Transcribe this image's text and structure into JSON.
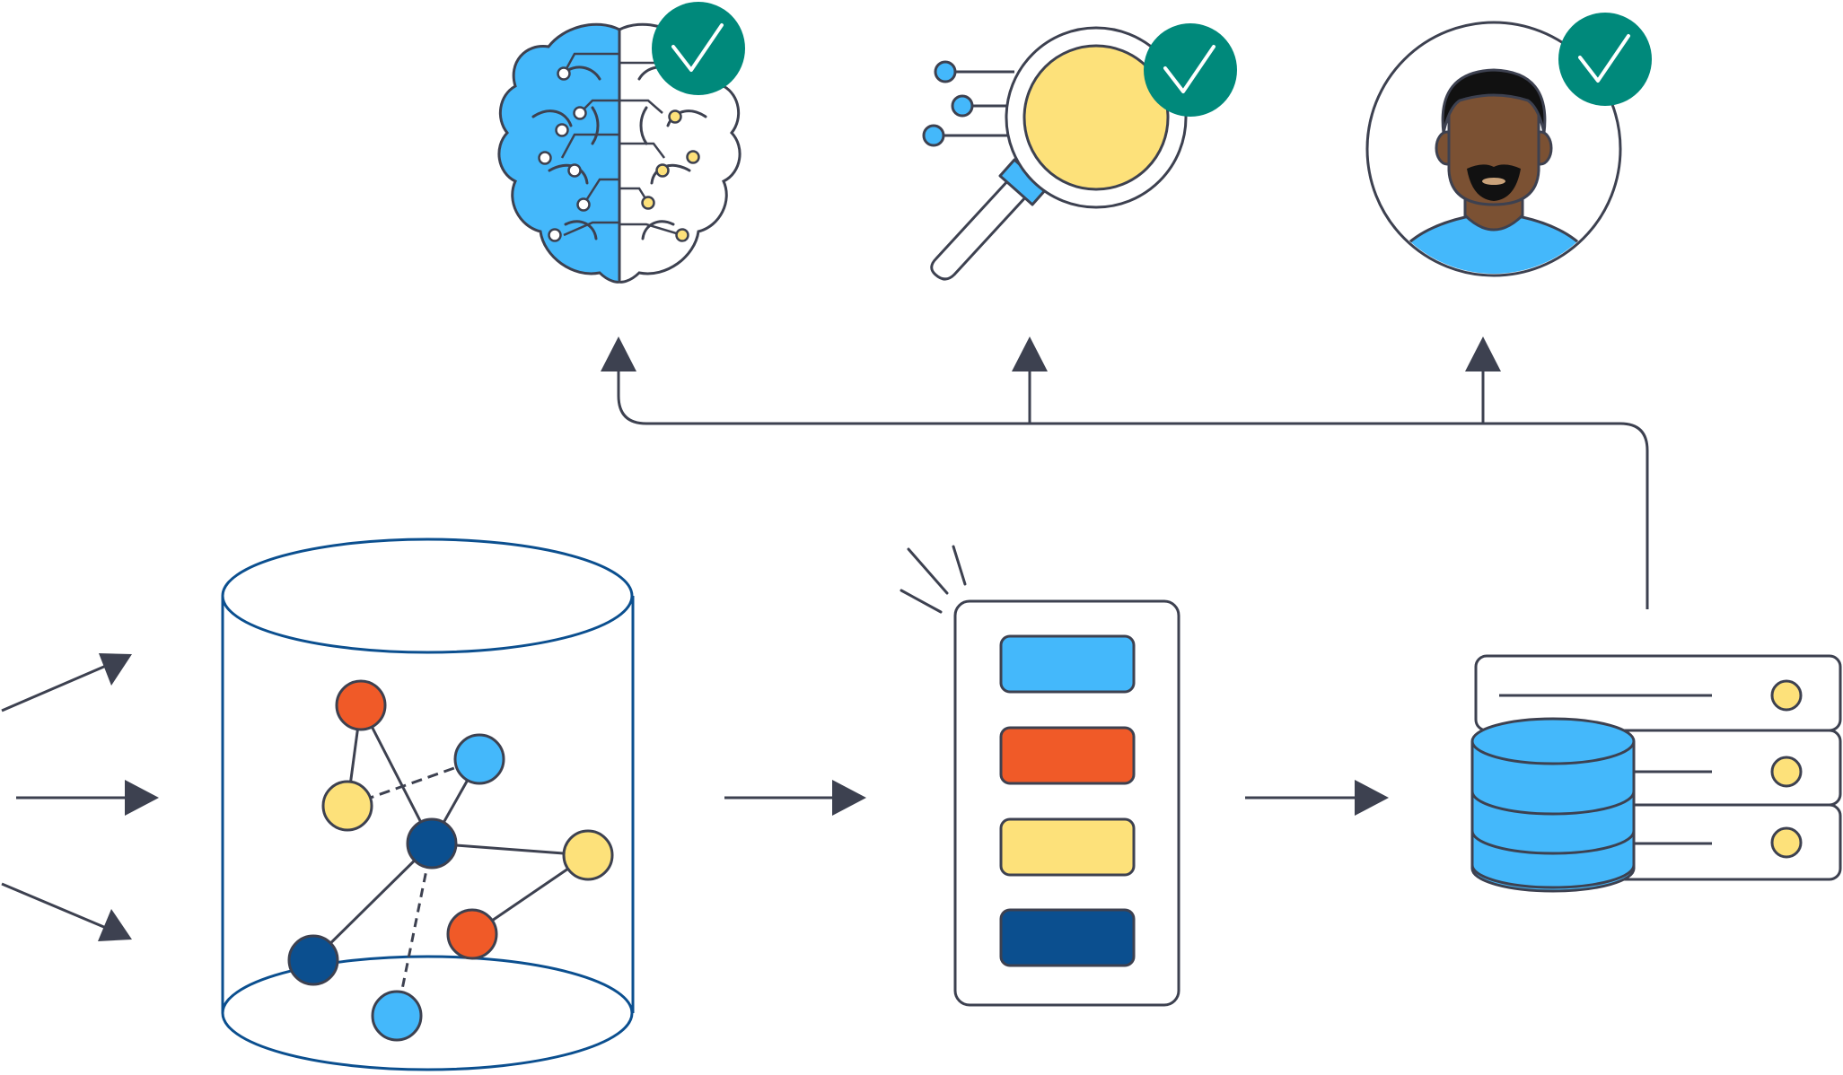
{
  "colors": {
    "outline": "#3d4150",
    "navy": "#0b4f8f",
    "sky": "#44b8fb",
    "orange": "#f05a28",
    "yellow": "#fde17a",
    "teal": "#00897b",
    "skin": "#7b5133",
    "hair": "#111111",
    "white": "#ffffff"
  },
  "icons": {
    "brain": "brain-icon",
    "magnifier": "magnifier-icon",
    "person": "person-avatar-icon",
    "checkmark": "checkmark-icon",
    "graph_database": "graph-database-icon",
    "feature_list": "feature-list-icon",
    "server_database": "server-database-icon"
  },
  "stages": [
    {
      "id": "ingest",
      "icon": "incoming-arrows"
    },
    {
      "id": "graph",
      "icon": "graph-database-icon"
    },
    {
      "id": "features",
      "icon": "feature-list-icon"
    },
    {
      "id": "store",
      "icon": "server-database-icon"
    }
  ],
  "outputs": [
    {
      "id": "brain",
      "icon": "brain-icon",
      "checked": true
    },
    {
      "id": "search",
      "icon": "magnifier-icon",
      "checked": true
    },
    {
      "id": "person",
      "icon": "person-avatar-icon",
      "checked": true
    }
  ]
}
